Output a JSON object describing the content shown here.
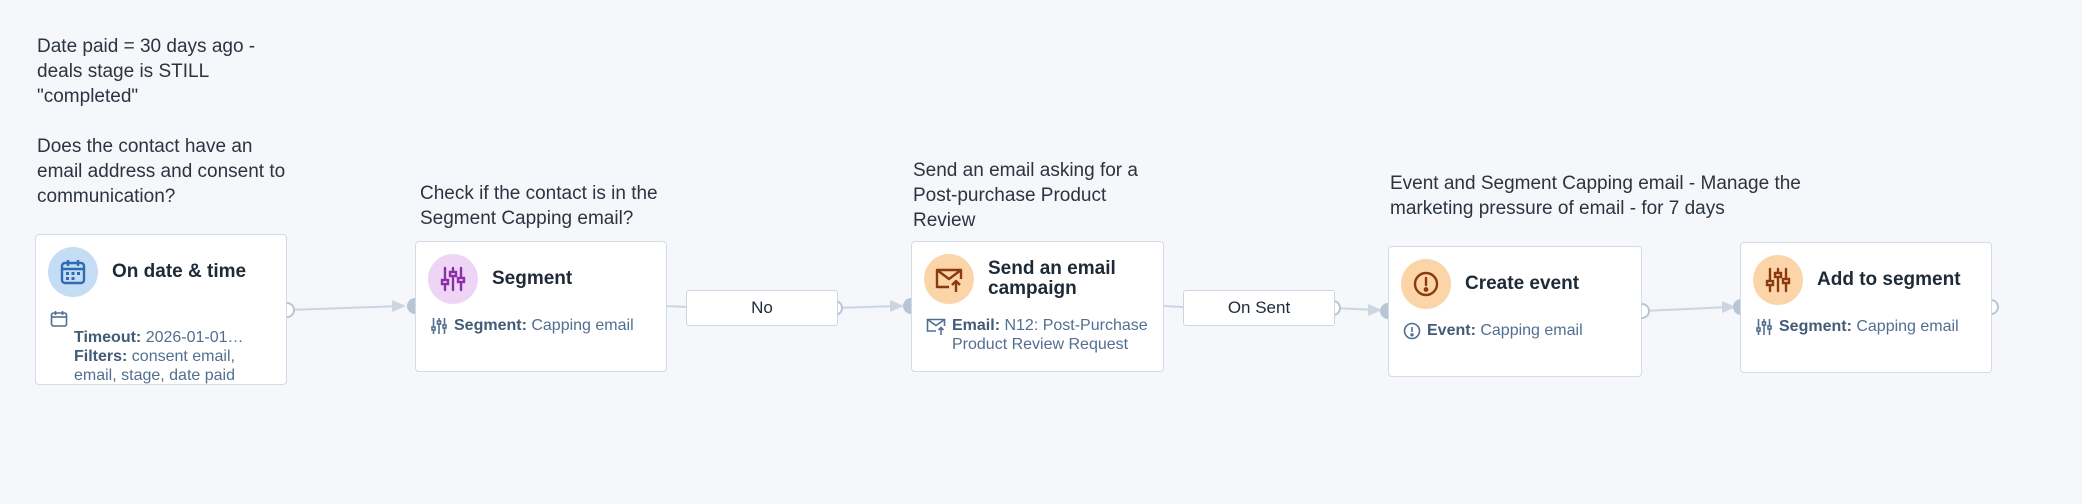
{
  "notes": {
    "trigger": "Date paid = 30 days ago -\ndeals stage is STILL\n\"completed\"\n\nDoes the contact have an\nemail address and consent to\ncommunication?",
    "segment": "Check if the contact is in the\nSegment Capping email?",
    "email": "Send an email asking for a\nPost-purchase Product\nReview",
    "event": "Event and Segment Capping email - Manage the\nmarketing pressure of email - for 7 days"
  },
  "trigger": {
    "title": "On date & time",
    "timeout_label": "Timeout:",
    "timeout_value": " 2026-01-01…",
    "filters_label": "Filters:",
    "filters_value": " consent email,\nemail, stage, date paid",
    "icon": "calendar-icon"
  },
  "segment": {
    "title": "Segment",
    "detail_label": "Segment:",
    "detail_value": " Capping email",
    "icon": "sliders-icon"
  },
  "branch_no": {
    "label": "No"
  },
  "email": {
    "title": "Send an email\ncampaign",
    "detail_label": "Email:",
    "detail_value": " N12: Post-Purchase\nProduct Review Request",
    "icon": "email-send-icon"
  },
  "branch_sent": {
    "label": "On Sent"
  },
  "event": {
    "title": "Create event",
    "detail_label": "Event:",
    "detail_value": " Capping email",
    "icon": "alert-circle-icon"
  },
  "add_segment": {
    "title": "Add to segment",
    "detail_label": "Segment:",
    "detail_value": " Capping email",
    "icon": "sliders-icon"
  },
  "colors": {
    "trigger_bubble": "#c5dcf5",
    "segment_bubble": "#eed5f5",
    "action_bubble": "#fbd5a8",
    "connector": "#cbd6e2",
    "port": "#b7c6d6"
  }
}
